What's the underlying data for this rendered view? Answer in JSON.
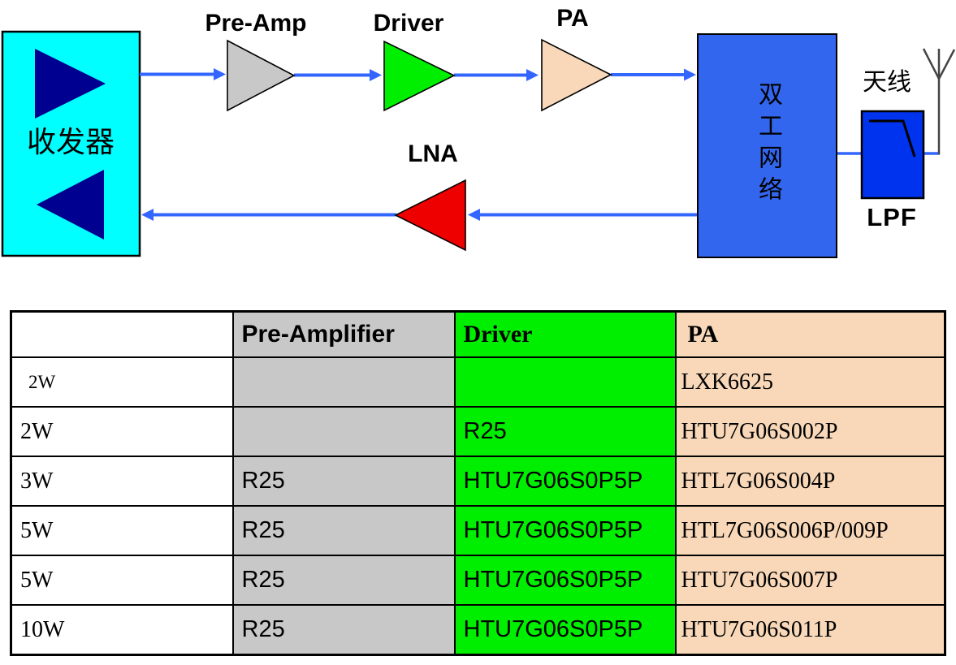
{
  "diagram": {
    "transceiver_label": "收发器",
    "preamp_label": "Pre-Amp",
    "driver_label": "Driver",
    "pa_label": "PA",
    "lna_label": "LNA",
    "duplexer_label": "双工网络",
    "antenna_label": "天线",
    "lpf_label": "LPF",
    "colors": {
      "transceiver_fill": "#00ffff",
      "transceiver_arrow": "#000090",
      "preamp_fill": "#c8c8c8",
      "driver_fill": "#00ee00",
      "pa_fill": "#f8d8b8",
      "lna_fill": "#ee0000",
      "signal_line": "#3366ff",
      "duplexer_fill": "#3366ee",
      "lpf_fill": "#0033ee"
    }
  },
  "table": {
    "headers": {
      "power": "",
      "preamp": "Pre-Amplifier",
      "driver": "Driver",
      "pa": "PA"
    },
    "rows": [
      {
        "power": "2W",
        "preamp": "",
        "driver": "",
        "pa": "LXK6625"
      },
      {
        "power": "2W",
        "preamp": "",
        "driver": "R25",
        "pa": "HTU7G06S002P"
      },
      {
        "power": "3W",
        "preamp": "R25",
        "driver": "HTU7G06S0P5P",
        "pa": "HTL7G06S004P"
      },
      {
        "power": "5W",
        "preamp": "R25",
        "driver": "HTU7G06S0P5P",
        "pa": "HTL7G06S006P/009P"
      },
      {
        "power": "5W",
        "preamp": "R25",
        "driver": "HTU7G06S0P5P",
        "pa": "HTU7G06S007P"
      },
      {
        "power": "10W",
        "preamp": "R25",
        "driver": "HTU7G06S0P5P",
        "pa": "HTU7G06S011P"
      }
    ]
  }
}
